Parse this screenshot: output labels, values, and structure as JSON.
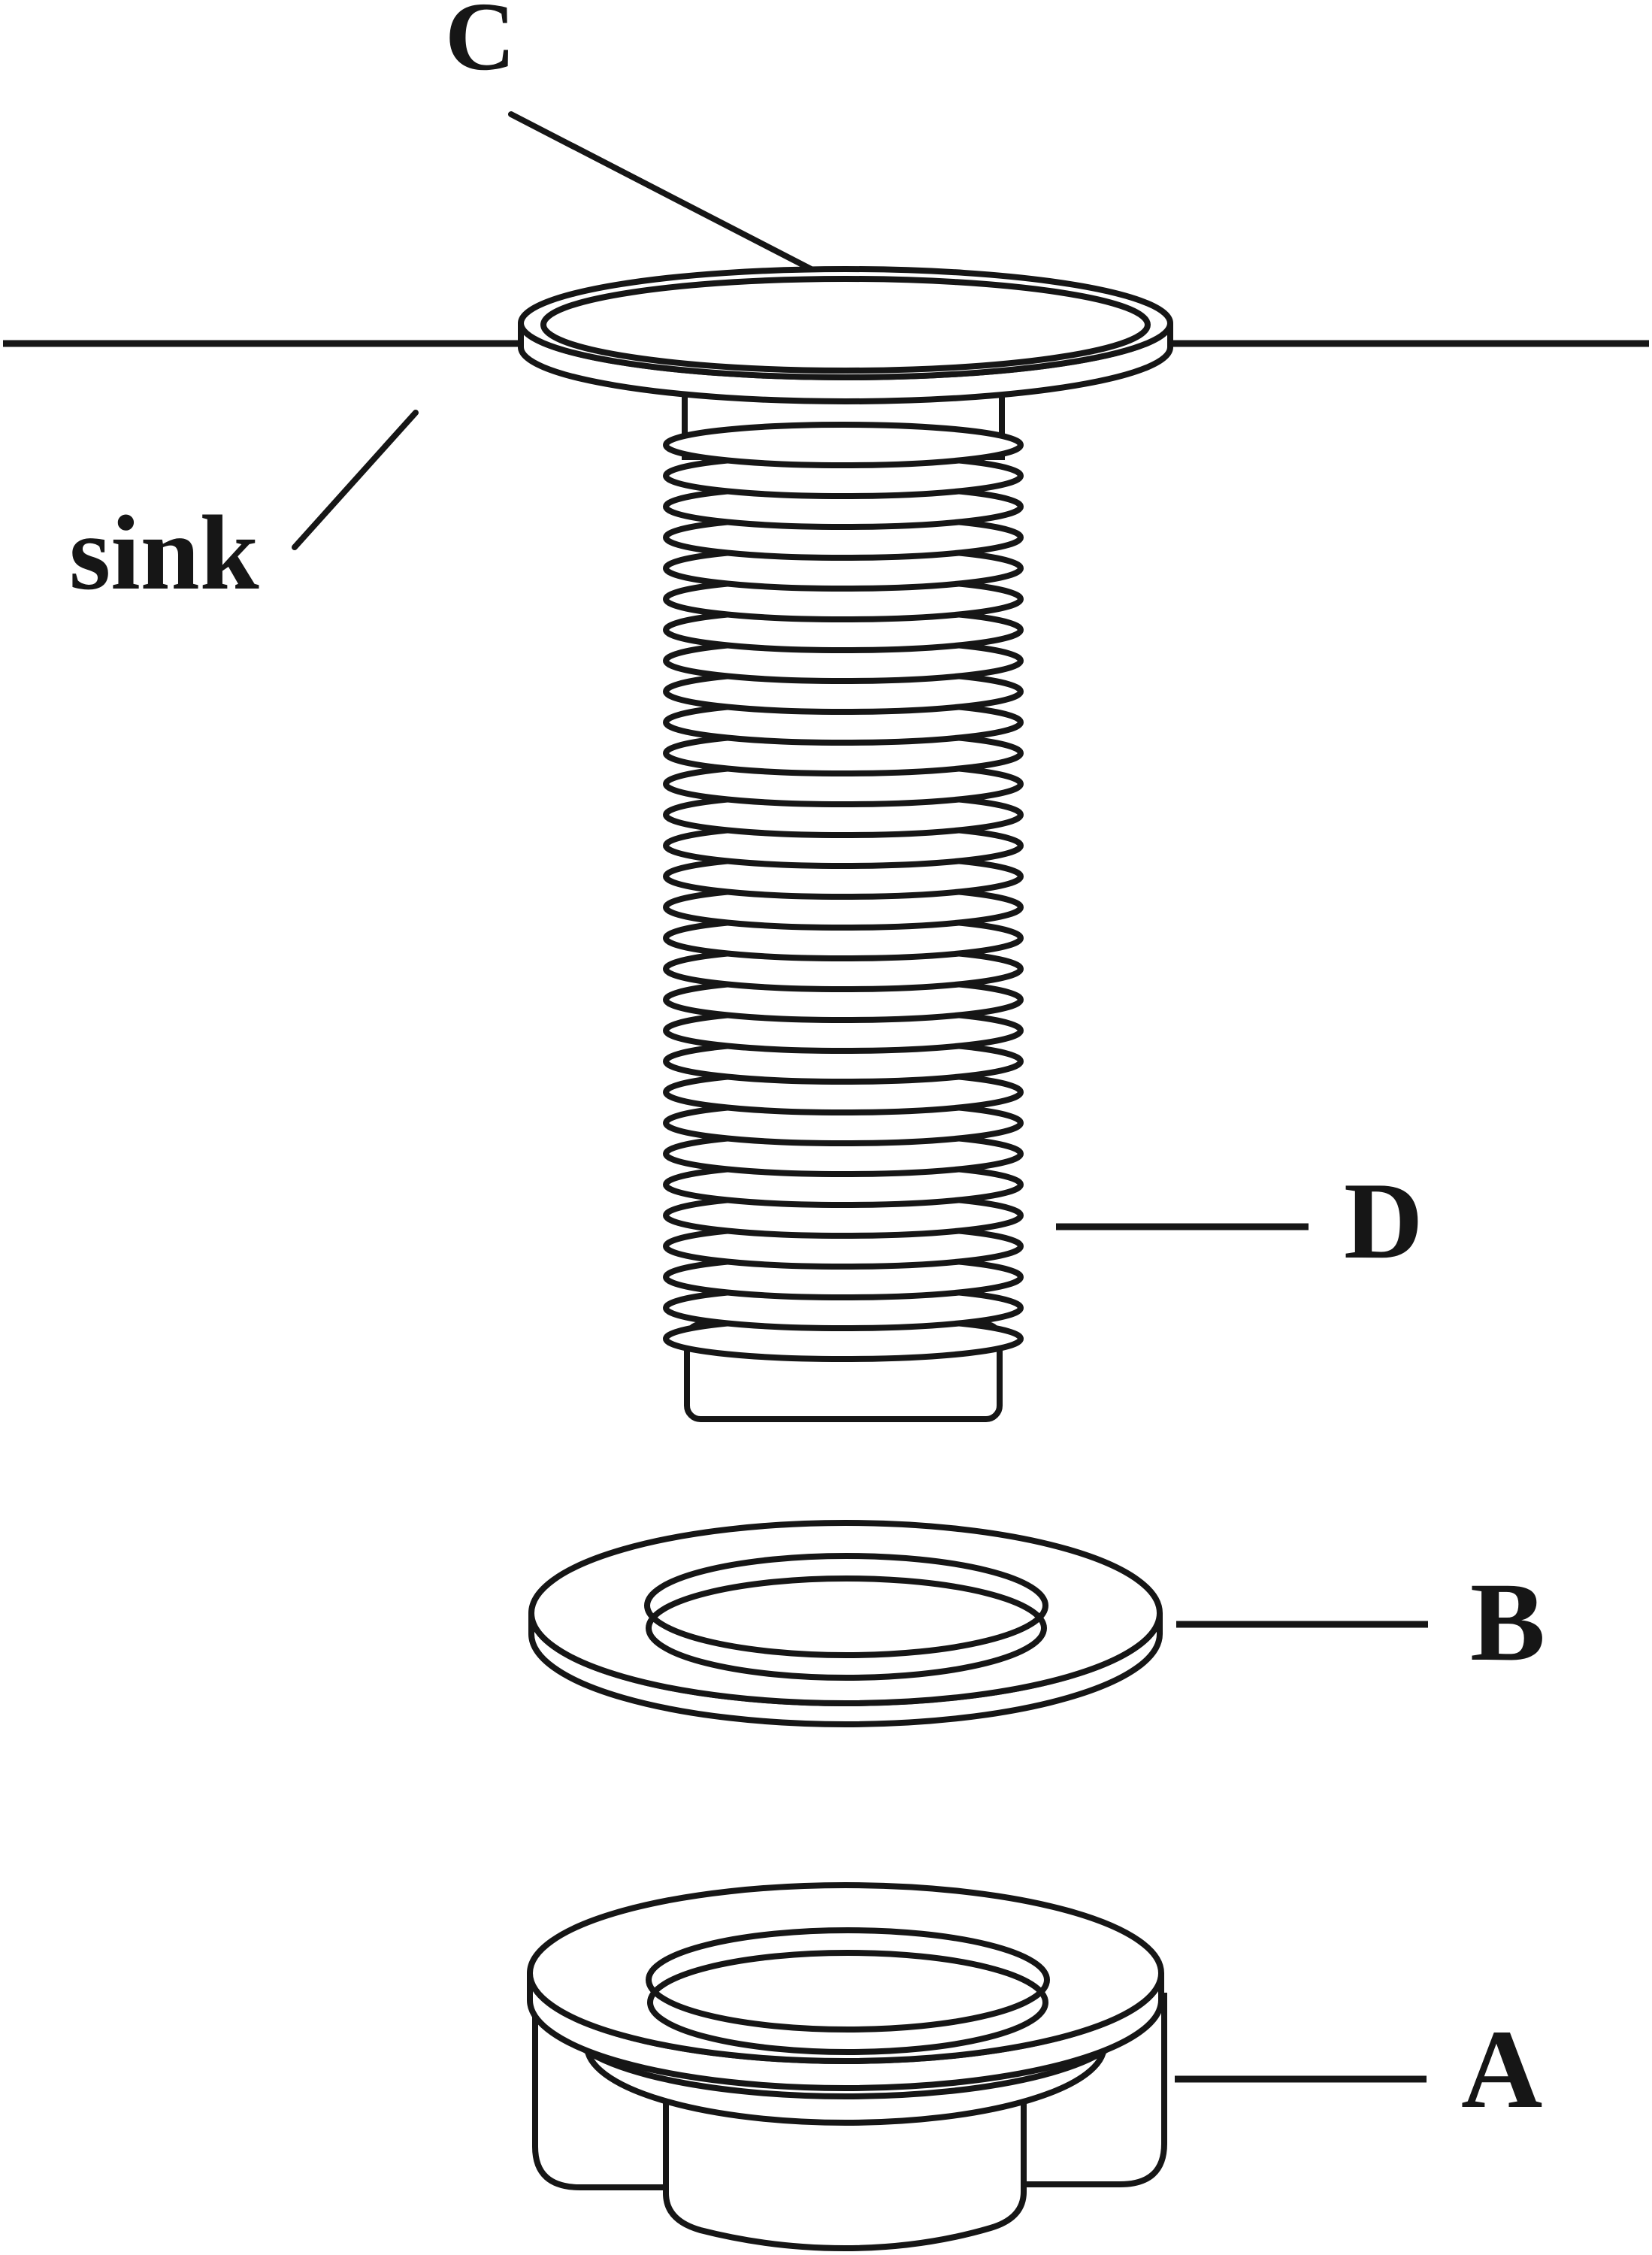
{
  "labels": {
    "c": "C",
    "sink": "sink",
    "d": "D",
    "b": "B",
    "a": "A"
  },
  "colors": {
    "ink": "#161616",
    "background": "#ffffff"
  },
  "diagram": {
    "thread_ring_count": 30
  }
}
